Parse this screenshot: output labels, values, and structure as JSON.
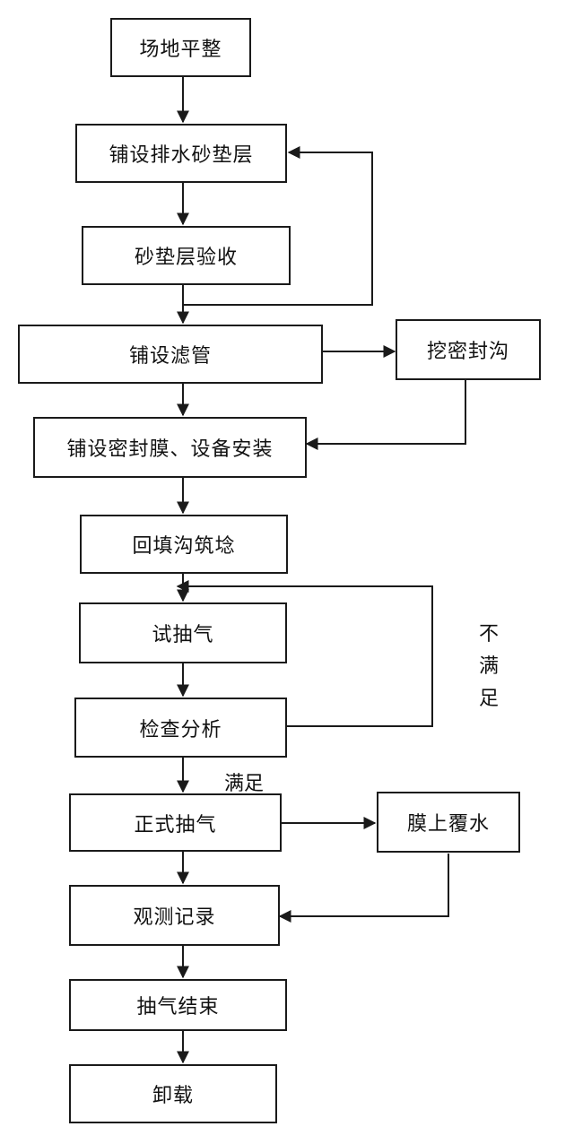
{
  "steps": {
    "site_leveling": "场地平整",
    "lay_sand_cushion": "铺设排水砂垫层",
    "sand_acceptance": "砂垫层验收",
    "lay_filter_pipe": "铺设滤管",
    "dig_seal_trench": "挖密封沟",
    "lay_membrane_install": "铺设密封膜、设备安装",
    "backfill_trench": "回填沟筑埝",
    "trial_pumping": "试抽气",
    "inspection_analysis": "检查分析",
    "formal_pumping": "正式抽气",
    "water_on_membrane": "膜上覆水",
    "observation_record": "观测记录",
    "pumping_end": "抽气结束",
    "unloading": "卸载"
  },
  "labels": {
    "satisfied": "满足",
    "not_satisfied": "不满足"
  }
}
